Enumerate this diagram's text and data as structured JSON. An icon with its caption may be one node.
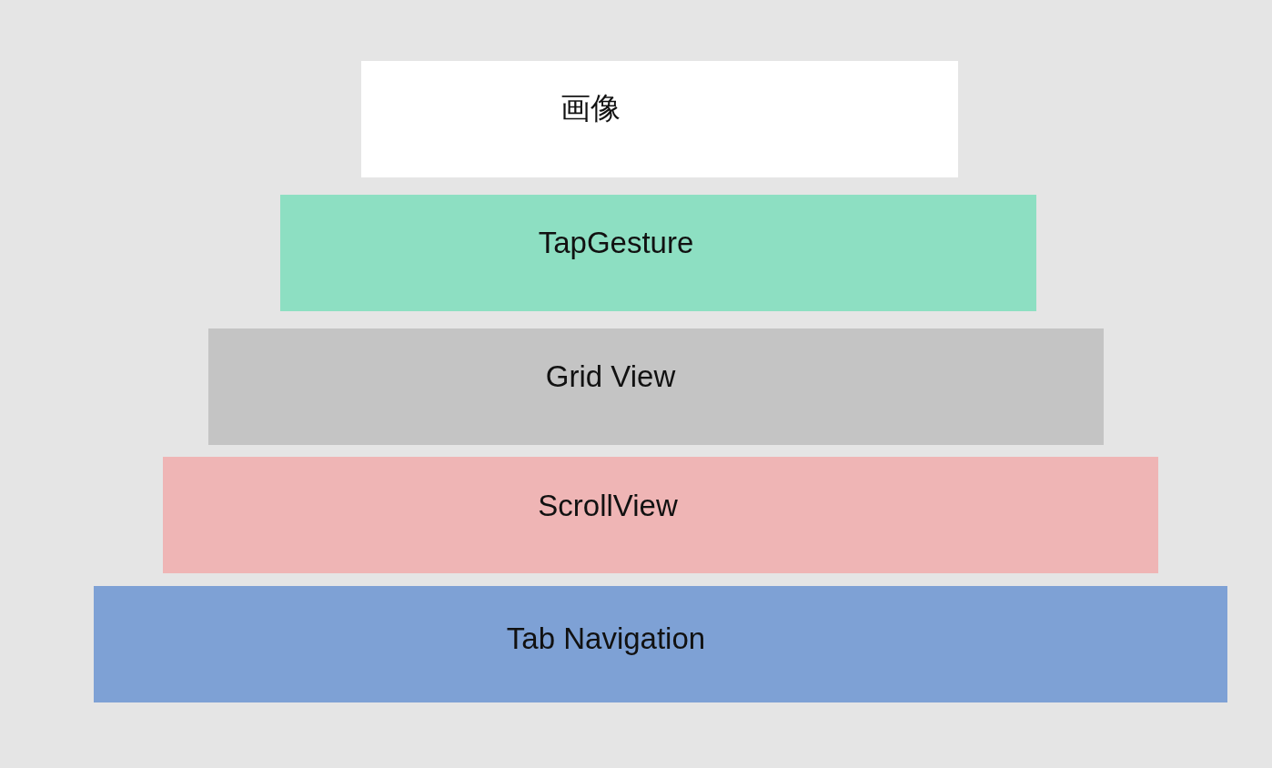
{
  "diagram": {
    "nodes": [
      {
        "text": [
          "画像"
        ]
      },
      {
        "text": [
          "TapGesture"
        ]
      },
      {
        "text": [
          "Grid View"
        ]
      },
      {
        "text": [
          "ScrollView"
        ]
      },
      {
        "text": [
          "Tab Navigation"
        ]
      }
    ]
  }
}
